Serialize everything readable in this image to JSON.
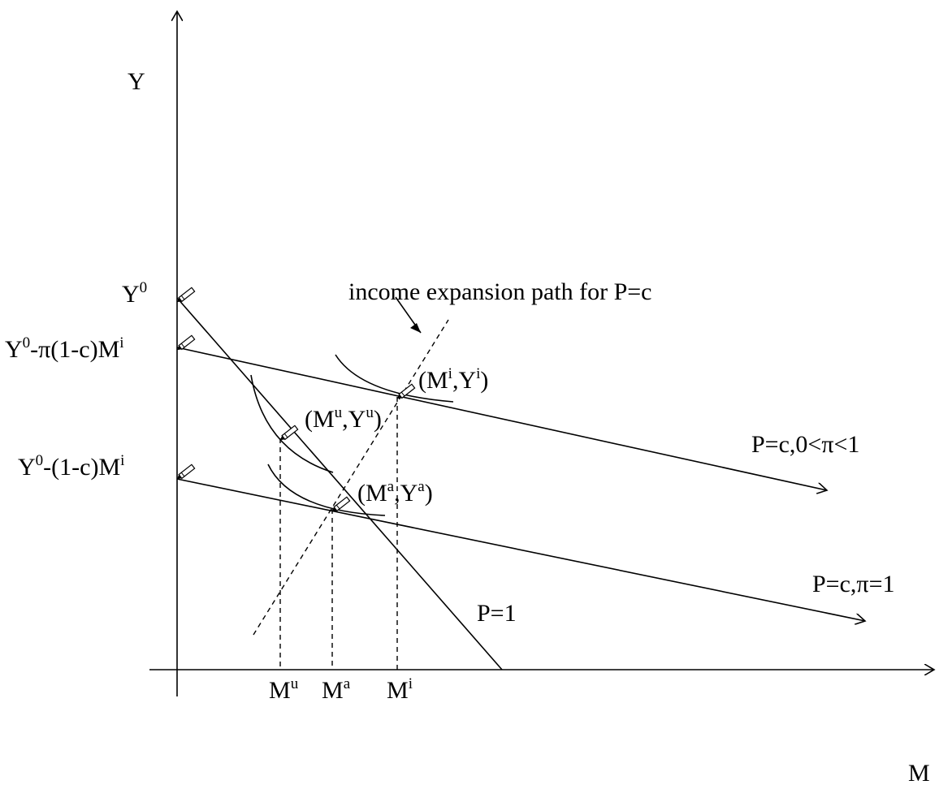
{
  "axes": {
    "y_label": "Y",
    "x_label": "M"
  },
  "y_intercepts": {
    "y0": {
      "base": "Y",
      "sup": "0",
      "tail": ""
    },
    "y_pi": {
      "base": "Y",
      "sup": "0",
      "mid": "-π(1-c)M",
      "sup2": "i"
    },
    "y_c": {
      "base": "Y",
      "sup": "0",
      "mid": "-(1-c)M",
      "sup2": "i"
    }
  },
  "x_ticks": [
    {
      "base": "M",
      "sup": "u"
    },
    {
      "base": "M",
      "sup": "a"
    },
    {
      "base": "M",
      "sup": "i"
    }
  ],
  "points": {
    "mu": {
      "open": "(M",
      "s1": "u",
      "mid": ",Y",
      "s2": "u",
      "close": ")"
    },
    "ma": {
      "open": "(M",
      "s1": "a",
      "mid": ",Y",
      "s2": "a",
      "close": ")"
    },
    "mi": {
      "open": "(M",
      "s1": "i",
      "mid": ",Y",
      "s2": "i",
      "close": ")"
    }
  },
  "lines": {
    "p1": "P=1",
    "pc_pi": "P=c,0<π<1",
    "pc_pi1": "P=c,π=1"
  },
  "expansion_path_label": "income expansion path for P=c"
}
